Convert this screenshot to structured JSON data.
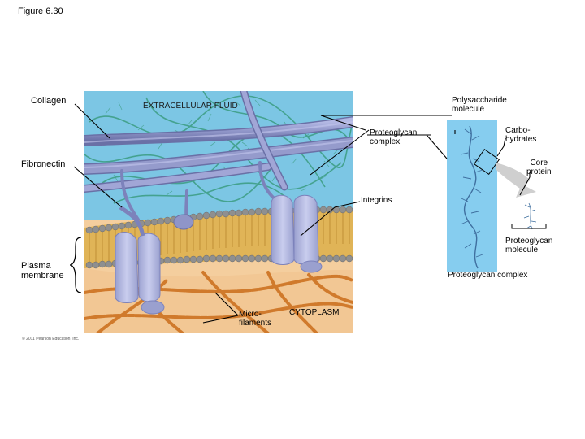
{
  "figure_title": "Figure 6.30",
  "labels": {
    "collagen": "Collagen",
    "extracellular_fluid": "EXTRACELLULAR FLUID",
    "polysaccharide_molecule": [
      "Polysaccharide",
      "molecule"
    ],
    "carbohydrates": [
      "Carbo-",
      "hydrates"
    ],
    "proteoglycan_complex_main": [
      "Proteoglycan",
      "complex"
    ],
    "fibronectin": "Fibronectin",
    "core_protein": [
      "Core",
      "protein"
    ],
    "integrins": "Integrins",
    "proteoglycan_molecule": [
      "Proteoglycan",
      "molecule"
    ],
    "plasma_membrane": [
      "Plasma",
      "membrane"
    ],
    "proteoglycan_complex_inset": "Proteoglycan complex",
    "microfilaments": [
      "Micro-",
      "filaments"
    ],
    "cytoplasm": "CYTOPLASM"
  },
  "copyright": "© 2011 Pearson Education, Inc.",
  "colors": {
    "extracellular": "#7cc6e4",
    "cytoplasm": "#f4ce9e",
    "collagen": "#8f95c8",
    "proteoglycan_strands": "#3f9f86",
    "integrin": "#b9bfe3",
    "phospholipid_head": "#8f8f8f",
    "lipid_tail": "#d8a94c",
    "microfilament": "#d07a2c",
    "inset_bg": "#86cdef",
    "pointer_arrow": "#cfcfcf"
  },
  "icons": [
    "pointer-arrow-icon",
    "bracket-icon",
    "zoom-box-icon"
  ]
}
